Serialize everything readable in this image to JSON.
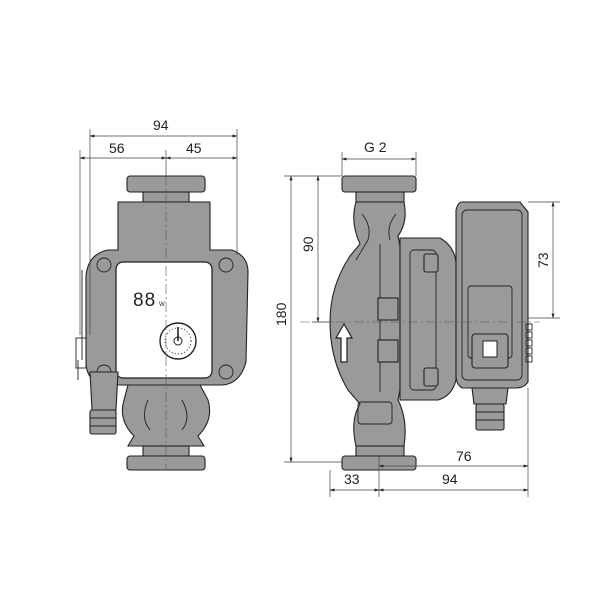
{
  "dimensions": {
    "front_total_width": "94",
    "front_left_width": "56",
    "front_right_width": "45",
    "connection_thread": "G 2",
    "half_height": "90",
    "total_height": "180",
    "motor_height": "73",
    "motor_depth": "76",
    "side_left": "33",
    "side_right": "94"
  },
  "display": {
    "digits": "88",
    "unit": "W"
  },
  "arrow_icon": "flow-direction-arrow",
  "colors": {
    "line": "#222222",
    "body_fill": "#9a9a9a",
    "background": "#ffffff"
  }
}
